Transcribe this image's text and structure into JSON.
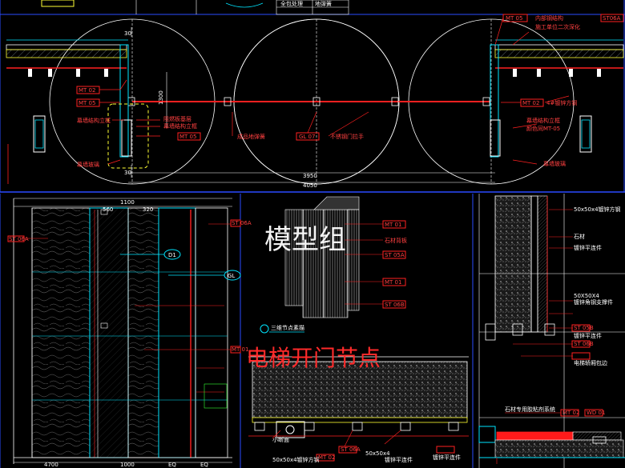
{
  "watermarks": {
    "group": "模型组",
    "node_title": "电梯开门节点"
  },
  "top_panel": {
    "header_cells": [
      "全包处理",
      "地弹簧"
    ],
    "left_labels": [
      "MT 02",
      "MT 05",
      "幕墙结构立框",
      "阻燃板基层",
      "幕墙结构立框",
      "MT 05",
      "幕墙玻璃"
    ],
    "center_labels": [
      "成品地弹簧",
      "GL 07",
      "不锈钢门拉手"
    ],
    "right_labels": [
      "MT 05",
      "ST06A",
      "内部钢结构",
      "施工单位二次深化",
      "MT 02",
      "4#镀锌方钢",
      "幕墙结构立框",
      "颜色同MT-05",
      "幕墙玻璃"
    ],
    "dims": {
      "left_top": "30",
      "left_vertical": "1300",
      "left_bottom": "30",
      "inner": "3950",
      "overall": "4050"
    }
  },
  "elevation": {
    "top_dims": [
      "1100",
      "560",
      "320"
    ],
    "left_tag": "ST 06A",
    "right_tags": [
      "ST 06A",
      "GL",
      "D1",
      "MT 01"
    ],
    "bottom_dims": [
      "4700",
      "1000",
      "EQ",
      "EQ"
    ]
  },
  "middle_panel": {
    "tags": [
      "MT 01",
      "石材背板",
      "ST 05A",
      "MT 01",
      "ST 06B"
    ],
    "section_title": "三维节点素描"
  },
  "bottom_section": {
    "labels": [
      "小断面",
      "ST 06A",
      "50x50x4镀锌方钢",
      "MT 02",
      "镀锌平连件",
      "50x50x4",
      "镀锌平连件"
    ]
  },
  "right_detail": {
    "labels": [
      "50x50x4镀锌方钢",
      "石材",
      "镀锌平连件",
      "50X50X4",
      "镀锌角钢支撑件",
      "ST 05B",
      "镀锌平连件",
      "ST 06B",
      "电梯轿厢包边",
      "MT 02",
      "WD 01",
      "石材专用胶粘剂系统"
    ]
  },
  "colors": {
    "background": "#000000",
    "line_white": "#ffffff",
    "line_red": "#ff2020",
    "line_cyan": "#00e5ff",
    "line_blue": "#2a4bff",
    "line_yellow": "#ffff33",
    "line_green": "#33ff33",
    "label_red": "#ff4040",
    "title_red": "#ff2a2a"
  }
}
